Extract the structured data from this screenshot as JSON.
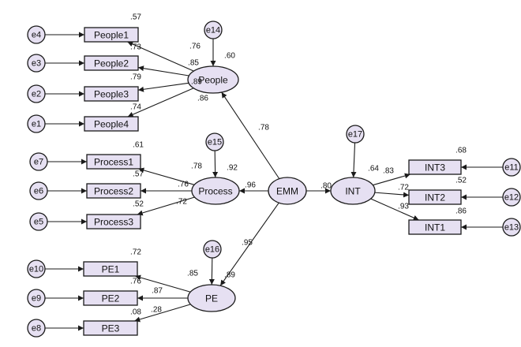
{
  "observed": [
    {
      "id": "People1",
      "label": "People1",
      "r2": ".57"
    },
    {
      "id": "People2",
      "label": "People2",
      "r2": ".73"
    },
    {
      "id": "People3",
      "label": "People3",
      "r2": ".79"
    },
    {
      "id": "People4",
      "label": "People4",
      "r2": ".74"
    },
    {
      "id": "Process1",
      "label": "Process1",
      "r2": ".61"
    },
    {
      "id": "Process2",
      "label": "Process2",
      "r2": ".57"
    },
    {
      "id": "Process3",
      "label": "Process3",
      "r2": ".52"
    },
    {
      "id": "PE1",
      "label": "PE1",
      "r2": ".72"
    },
    {
      "id": "PE2",
      "label": "PE2",
      "r2": ".76"
    },
    {
      "id": "PE3",
      "label": "PE3",
      "r2": ".08"
    },
    {
      "id": "INT3",
      "label": "INT3",
      "r2": ".68"
    },
    {
      "id": "INT2",
      "label": "INT2",
      "r2": ".52"
    },
    {
      "id": "INT1",
      "label": "INT1",
      "r2": ".86"
    }
  ],
  "latent": [
    {
      "id": "People",
      "label": "People",
      "r2": ".60"
    },
    {
      "id": "Process",
      "label": "Process",
      "r2": ".92"
    },
    {
      "id": "PE",
      "label": "PE",
      "r2": ".89"
    },
    {
      "id": "EMM",
      "label": "EMM",
      "r2": ""
    },
    {
      "id": "INT",
      "label": "INT",
      "r2": ".64"
    }
  ],
  "errors": [
    {
      "id": "e4",
      "label": "e4",
      "target": "People1"
    },
    {
      "id": "e3",
      "label": "e3",
      "target": "People2"
    },
    {
      "id": "e2",
      "label": "e2",
      "target": "People3"
    },
    {
      "id": "e1",
      "label": "e1",
      "target": "People4"
    },
    {
      "id": "e7",
      "label": "e7",
      "target": "Process1"
    },
    {
      "id": "e6",
      "label": "e6",
      "target": "Process2"
    },
    {
      "id": "e5",
      "label": "e5",
      "target": "Process3"
    },
    {
      "id": "e10",
      "label": "e10",
      "target": "PE1"
    },
    {
      "id": "e9",
      "label": "e9",
      "target": "PE2"
    },
    {
      "id": "e8",
      "label": "e8",
      "target": "PE3"
    },
    {
      "id": "e11",
      "label": "e11",
      "target": "INT3"
    },
    {
      "id": "e12",
      "label": "e12",
      "target": "INT2"
    },
    {
      "id": "e13",
      "label": "e13",
      "target": "INT1"
    },
    {
      "id": "e14",
      "label": "e14",
      "target": "People"
    },
    {
      "id": "e15",
      "label": "e15",
      "target": "Process"
    },
    {
      "id": "e16",
      "label": "e16",
      "target": "PE"
    },
    {
      "id": "e17",
      "label": "e17",
      "target": "INT"
    }
  ],
  "loadings": [
    {
      "from": "People",
      "to": "People1",
      "value": ".76"
    },
    {
      "from": "People",
      "to": "People2",
      "value": ".85"
    },
    {
      "from": "People",
      "to": "People3",
      "value": ".89"
    },
    {
      "from": "People",
      "to": "People4",
      "value": ".86"
    },
    {
      "from": "Process",
      "to": "Process1",
      "value": ".78"
    },
    {
      "from": "Process",
      "to": "Process2",
      "value": ".76"
    },
    {
      "from": "Process",
      "to": "Process3",
      "value": ".72"
    },
    {
      "from": "PE",
      "to": "PE1",
      "value": ".85"
    },
    {
      "from": "PE",
      "to": "PE2",
      "value": ".87"
    },
    {
      "from": "PE",
      "to": "PE3",
      "value": ".28"
    },
    {
      "from": "INT",
      "to": "INT3",
      "value": ".83"
    },
    {
      "from": "INT",
      "to": "INT2",
      "value": ".72"
    },
    {
      "from": "INT",
      "to": "INT1",
      "value": ".93"
    }
  ],
  "paths": [
    {
      "from": "EMM",
      "to": "People",
      "value": ".78"
    },
    {
      "from": "EMM",
      "to": "Process",
      "value": ".96"
    },
    {
      "from": "EMM",
      "to": "PE",
      "value": ".95"
    },
    {
      "from": "EMM",
      "to": "INT",
      "value": ".80"
    }
  ],
  "colors": {
    "node_fill": "#e6e0f2",
    "stroke": "#1a1a1a"
  }
}
